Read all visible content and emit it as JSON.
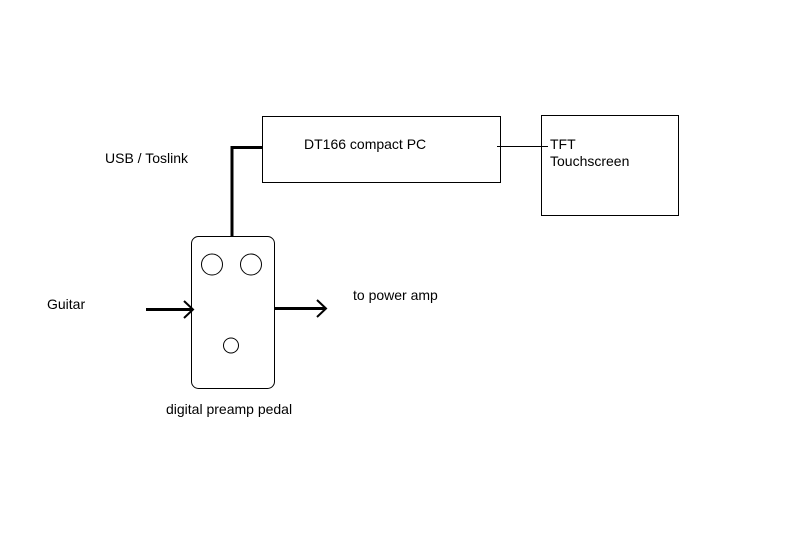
{
  "diagram": {
    "pc_label": "DT166 compact PC",
    "usb_label": "USB / Toslink",
    "tft_line1": "TFT",
    "tft_line2": "Touchscreen",
    "guitar_label": "Guitar",
    "amp_label": "to power amp",
    "pedal_label": "digital preamp pedal",
    "colors": {
      "stroke": "#000000",
      "background": "#ffffff"
    }
  }
}
